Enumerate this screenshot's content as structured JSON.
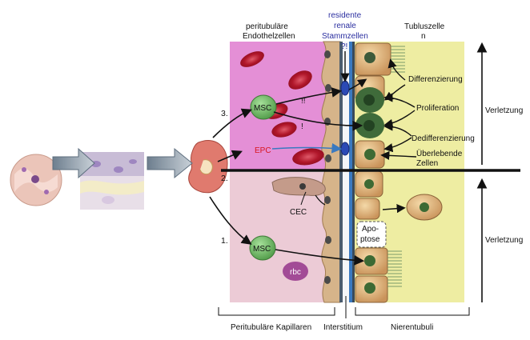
{
  "labels": {
    "peritubular_endothelial": [
      "peritubuläre",
      "Endothelzellen"
    ],
    "resident_stem": [
      "residente",
      "renale",
      "Stammzellen",
      "?!"
    ],
    "tubular_cell": [
      "Tubluszelle",
      "n"
    ],
    "differentiation": "Differenzierung",
    "proliferation": "Proliferation",
    "dedifferentiation": "Dedifferenzierung",
    "surviving_cells": [
      "Überlebende",
      "Zellen"
    ],
    "injury_top": "Verletzung",
    "injury_bottom": "Verletzung",
    "msc_top": "MSC",
    "msc_bottom": "MSC",
    "epc": "EPC",
    "cec": "CEC",
    "rbc": "rbc",
    "apoptosis": [
      "Apo-",
      "ptose"
    ],
    "mark_double": "!!",
    "mark_single": "!",
    "step3": "3.",
    "step2": "2.",
    "step1": "1.",
    "footer_capillaries": "Peritubuläre Kapillaren",
    "footer_interstitium": "Interstitium",
    "footer_tubuli": "Nierentubuli"
  },
  "colors": {
    "upper_capillary_bg": "#e48fd6",
    "lower_capillary_bg": "#eccbd6",
    "tubule_bg": "#eeeda2",
    "membrane_dark": "#4a5c6e",
    "membrane_blue": "#3a79c0",
    "rbc_red": "#c01a2c",
    "msc_green": "#6db863",
    "nucleus_dark": "#2d4a2d",
    "epc_red": "#d8141c",
    "stem_blue": "#2b2fa0"
  },
  "icons": [
    "tissue-cross-section-icon",
    "vessel-wall-icon",
    "kidney-icon",
    "injury-arrow-icon"
  ]
}
